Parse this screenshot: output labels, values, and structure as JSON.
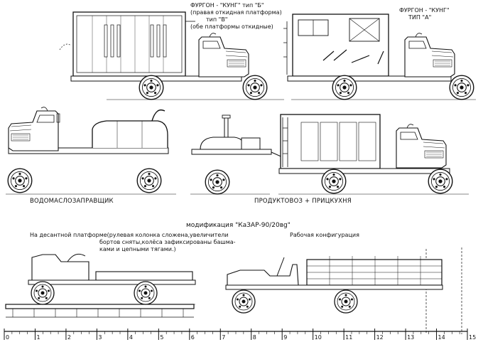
{
  "labels": {
    "kung_b_title": "ФУРГОН - \"КУНГ\" тип \"Б\"",
    "kung_b_line2": "(правая откидная платформа)",
    "kung_b_line3": "тип \"В\"",
    "kung_b_line4": "(обе платформы откидные)",
    "kung_a_title": "ФУРГОН - \"КУНГ\"",
    "kung_a_line2": "ТИП \"А\"",
    "tanker": "ВОДОМАСЛОЗАПРАВЩИК",
    "kitchen": "ПРОДУКТОВОЗ + ПРИЦКУХНЯ",
    "modification": "модификация \"КаЗАР-90/20вg\"",
    "airborne_line1": "На десантной платформе(рулевая колонка сложена,увеличители",
    "airborne_line2": "бортов сняты,колёса зафиксированы башма-",
    "airborne_line3": "ками и цепными тягами.)",
    "working": "Рабочая конфигурация"
  },
  "scale": {
    "ticks": [
      "0",
      "1",
      "2",
      "3",
      "4",
      "5",
      "6",
      "7",
      "8",
      "9",
      "10",
      "11",
      "12",
      "13",
      "14",
      "15"
    ]
  }
}
